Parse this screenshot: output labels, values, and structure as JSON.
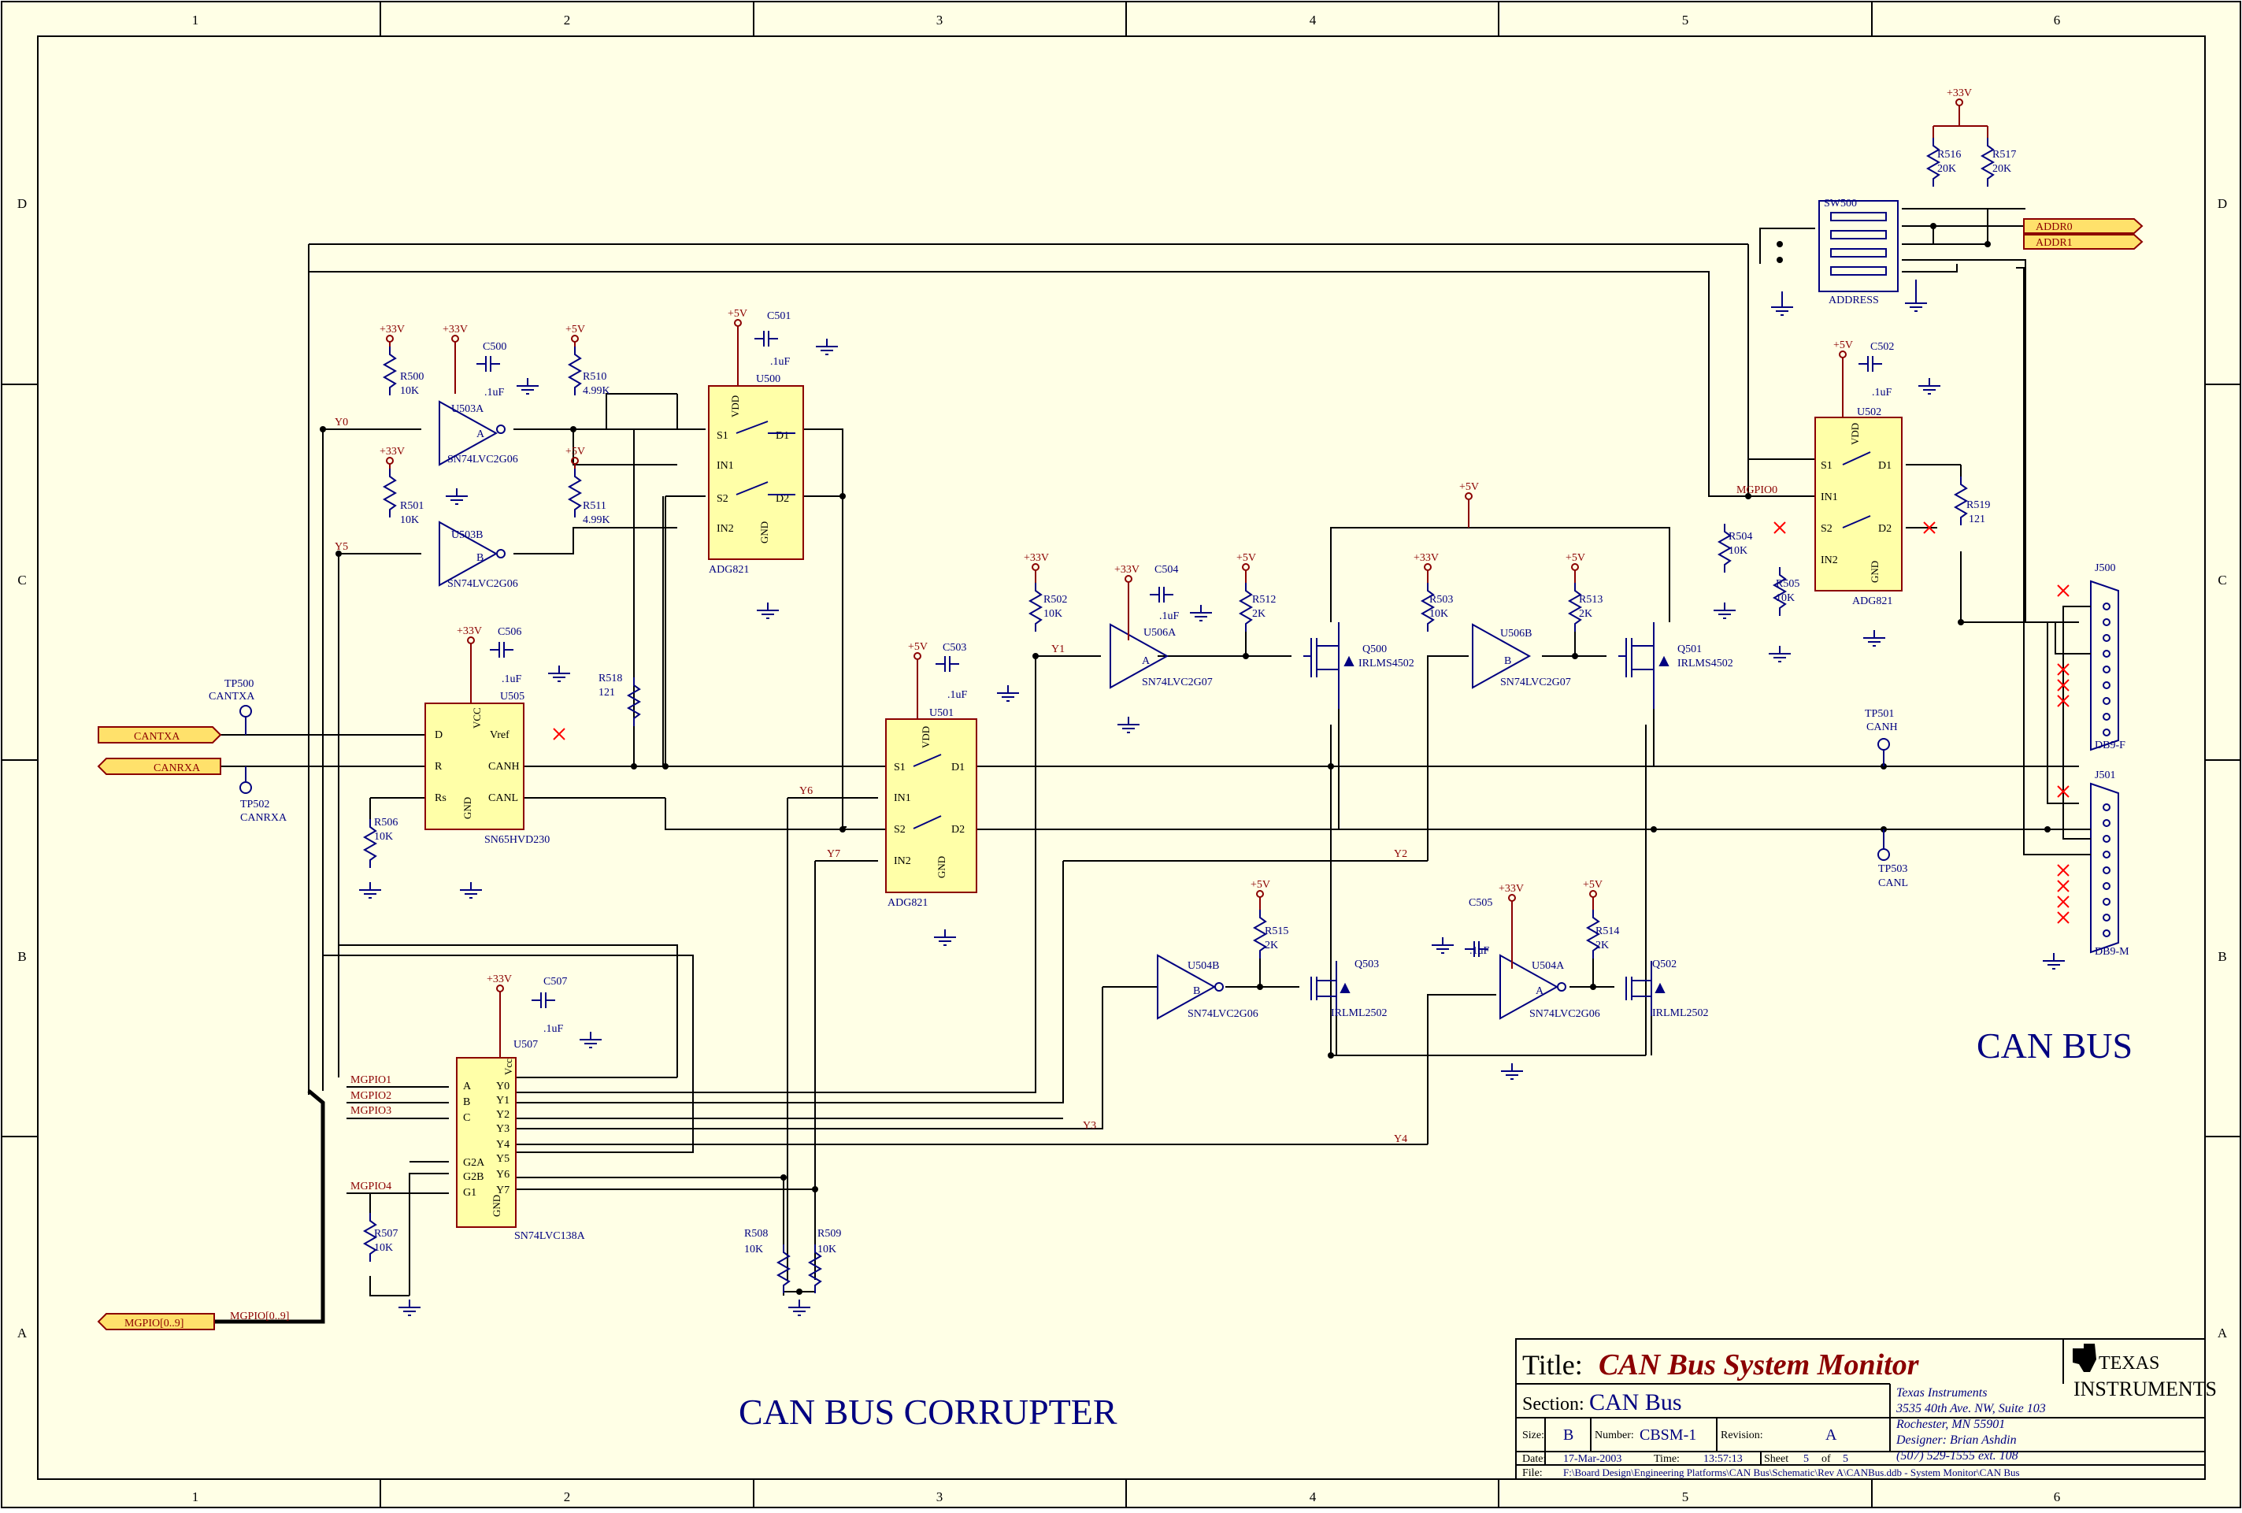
{
  "border": {
    "columns": [
      "1",
      "2",
      "3",
      "4",
      "5",
      "6"
    ],
    "rows": [
      "D",
      "C",
      "B",
      "A"
    ]
  },
  "sections": {
    "corrupter": "CAN BUS CORRUPTER",
    "bus": "CAN BUS"
  },
  "nets": {
    "canhtxa": "CANTXA",
    "canrxa": "CANRXA",
    "mgpio": "MGPIO[0..9]",
    "mgpio_bus": "MGPIO[0..9]",
    "mgpio0": "MGPIO0",
    "mgpio1": "MGPIO1",
    "mgpio2": "MGPIO2",
    "mgpio3": "MGPIO3",
    "mgpio4": "MGPIO4",
    "addr0": "ADDR0",
    "addr1": "ADDR1",
    "y0": "Y0",
    "y1": "Y1",
    "y2": "Y2",
    "y3": "Y3",
    "y4": "Y4",
    "y5": "Y5",
    "y6": "Y6",
    "y7": "Y7"
  },
  "power": {
    "p33": "+33V",
    "p5": "+5V"
  },
  "testpoints": {
    "tp500": "TP500",
    "tp500n": "CANTXA",
    "tp502": "TP502",
    "tp502n": "CANRXA",
    "tp501": "TP501",
    "tp501n": "CANH",
    "tp503": "TP503",
    "tp503n": "CANL"
  },
  "parts": {
    "u500": "U500",
    "u501": "U501",
    "u502": "U502",
    "adg": "ADG821",
    "u503a": "U503A",
    "u503b": "U503B",
    "sn2g06": "SN74LVC2G06",
    "u504a": "U504A",
    "u504b": "U504B",
    "u505": "U505",
    "sn65": "SN65HVD230",
    "u506a": "U506A",
    "u506b": "U506B",
    "sn2g07": "SN74LVC2G07",
    "u507": "U507",
    "sn138": "SN74LVC138A",
    "q500": "Q500",
    "q501": "Q501",
    "irlms": "IRLMS4502",
    "q502": "Q502",
    "q503": "Q503",
    "irlml": "IRLML2502",
    "sw500": "SW500",
    "address": "ADDRESS",
    "j500": "J500",
    "db9f": "DB9-F",
    "j501": "J501",
    "db9m": "DB9-M"
  },
  "resistors": {
    "r500": [
      "R500",
      "10K"
    ],
    "r501": [
      "R501",
      "10K"
    ],
    "r502": [
      "R502",
      "10K"
    ],
    "r503": [
      "R503",
      "10K"
    ],
    "r504": [
      "R504",
      "10K"
    ],
    "r505": [
      "R505",
      "10K"
    ],
    "r506": [
      "R506",
      "10K"
    ],
    "r507": [
      "R507",
      "10K"
    ],
    "r508": [
      "R508",
      "10K"
    ],
    "r509": [
      "R509",
      "10K"
    ],
    "r510": [
      "R510",
      "4.99K"
    ],
    "r511": [
      "R511",
      "4.99K"
    ],
    "r512": [
      "R512",
      "2K"
    ],
    "r513": [
      "R513",
      "2K"
    ],
    "r514": [
      "R514",
      "2K"
    ],
    "r515": [
      "R515",
      "2K"
    ],
    "r516": [
      "R516",
      "20K"
    ],
    "r517": [
      "R517",
      "20K"
    ],
    "r518": [
      "R518",
      "121"
    ],
    "r519": [
      "R519",
      "121"
    ]
  },
  "caps": {
    "c500": "C500",
    "c501": "C501",
    "c502": "C502",
    "c503": "C503",
    "c504": "C504",
    "c505": "C505",
    "c506": "C506",
    "c507": "C507",
    "val": ".1uF"
  },
  "pins": {
    "s1": "S1",
    "s2": "S2",
    "d1": "D1",
    "d2": "D2",
    "in1": "IN1",
    "in2": "IN2",
    "vdd": "VDD",
    "gnd": "GND",
    "d": "D",
    "r": "R",
    "rs": "Rs",
    "vcc": "VCC",
    "vref": "Vref",
    "canh": "CANH",
    "canl": "CANL",
    "a": "A",
    "b": "B",
    "c": "C",
    "vcc2": "Vcc",
    "g2a": "G2A",
    "g2b": "G2B",
    "g1": "G1",
    "y0": "Y0",
    "y1": "Y1",
    "y2": "Y2",
    "y3": "Y3",
    "y4": "Y4",
    "y5": "Y5",
    "y6": "Y6",
    "y7": "Y7"
  },
  "title_block": {
    "title_label": "Title:",
    "title": "CAN Bus System Monitor",
    "section_label": "Section:",
    "section": "CAN Bus",
    "size_label": "Size:",
    "size": "B",
    "number_label": "Number:",
    "number": "CBSM-1",
    "revision_label": "Revision:",
    "revision": "A",
    "date_label": "Date:",
    "date": "17-Mar-2003",
    "time_label": "Time:",
    "time": "13:57:13",
    "sheet_label": "Sheet",
    "sheet": "5",
    "of_label": "of",
    "of": "5",
    "file_label": "File:",
    "file": "F:\\Board Design\\Engineering Platforms\\CAN Bus\\Schematic\\Rev A\\CANBus.ddb - System Monitor\\CAN Bus",
    "company": [
      "Texas Instruments",
      "3535 40th Ave. NW, Suite 103",
      "Rochester, MN 55901",
      "Designer: Brian Ashdin",
      "(507) 529-1555 ext. 108"
    ],
    "logo_line1": "TEXAS",
    "logo_line2": "INSTRUMENTS"
  },
  "colors": {
    "background": "#ffffff",
    "sheet": "#ffffe6",
    "part_fill": "#ffffa8",
    "port_fill": "#ffe16b",
    "net_label": "#8b0000",
    "ref_text": "#000080"
  }
}
